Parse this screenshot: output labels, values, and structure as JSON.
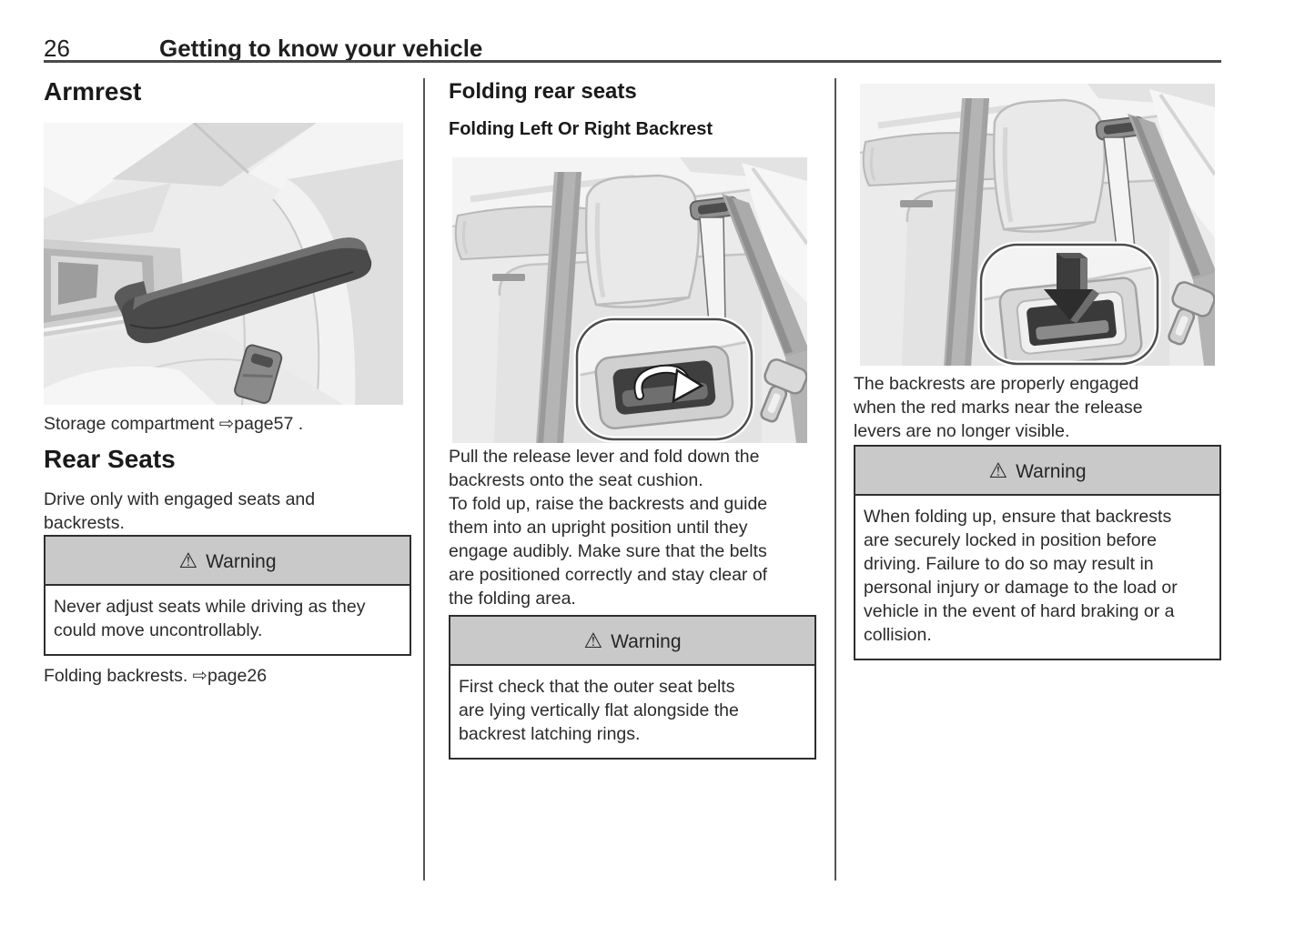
{
  "page": {
    "number": "26",
    "title": "Getting to know your vehicle"
  },
  "icons": {
    "warning_triangle": "⚠",
    "page_ref_arrow": "⇨"
  },
  "colors": {
    "warning_header_bg": "#c9c9c9",
    "rule": "#4a4a4a",
    "text": "#2b2b2b"
  },
  "columns": {
    "left": {
      "heading_armrest": "Armrest",
      "illustration_armrest": "armrest between front seats",
      "caption_storage": "Storage compartment ⇨page57 .",
      "heading_rear_seats": "Rear Seats",
      "para_drive": "Drive only with engaged seats and\nbackrests.",
      "warning": {
        "title": "Warning",
        "body": "Never adjust seats while driving as they\ncould move uncontrollably."
      },
      "caption_folding": "Folding backrests. ⇨page26"
    },
    "middle": {
      "heading": "Folding rear seats",
      "subheading": "Folding Left Or Right Backrest",
      "illustration_lever": "rear seat release lever callout",
      "para": "Pull the release lever and fold down the\nbackrests onto the seat cushion.\nTo fold up, raise the backrests and guide\nthem into an upright position until they\nengage audibly. Make sure that the belts\nare positioned correctly and stay clear of\nthe folding area.",
      "warning": {
        "title": "Warning",
        "body": "First check that the outer seat belts\nare lying vertically flat alongside the\nbackrest latching rings."
      }
    },
    "right": {
      "illustration_latch": "backrest latch engagement callout",
      "para": "The backrests are properly engaged\nwhen the red marks near the release\nlevers are no longer visible.",
      "warning": {
        "title": "Warning",
        "body": "When folding up, ensure that backrests\nare securely locked in position before\ndriving. Failure to do so may result in\npersonal injury or damage to the load or\nvehicle in the event of hard braking or a\ncollision."
      }
    }
  }
}
